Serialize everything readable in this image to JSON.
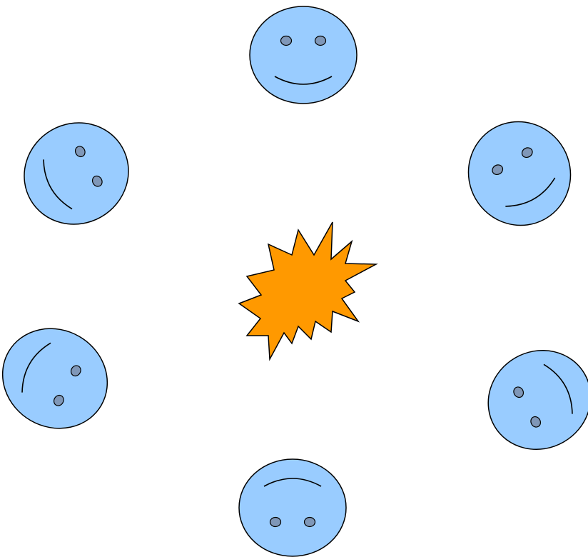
{
  "diagram": {
    "face_count": 6,
    "colors": {
      "face_fill": "#99CCFF",
      "face_stroke": "#000000",
      "eye_fill": "#7F97B8",
      "burst_fill": "#FF9900",
      "burst_stroke": "#000000",
      "background": "#FFFFFF"
    },
    "faces": [
      {
        "name": "face-top",
        "icon": "smiley-face-icon"
      },
      {
        "name": "face-upper-right",
        "icon": "smiley-face-icon"
      },
      {
        "name": "face-lower-right",
        "icon": "smiley-face-icon"
      },
      {
        "name": "face-bottom",
        "icon": "smiley-face-icon"
      },
      {
        "name": "face-lower-left",
        "icon": "smiley-face-icon"
      },
      {
        "name": "face-upper-left",
        "icon": "smiley-face-icon"
      }
    ],
    "center": {
      "name": "explosion-burst",
      "icon": "explosion-icon"
    }
  }
}
